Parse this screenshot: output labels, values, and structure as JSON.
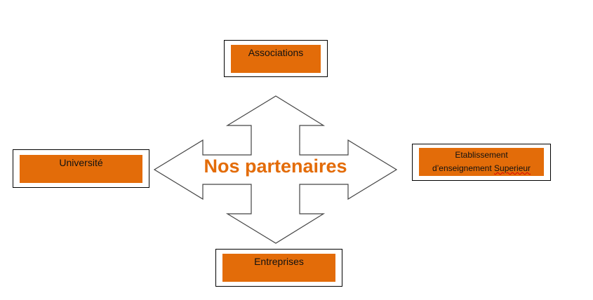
{
  "center_label": "Nos partenaires",
  "partners": {
    "top": "Associations",
    "left": "Université",
    "right_line1": "Etablissement",
    "right_line2a": "d’enseignement",
    "right_line2b": "Superieur",
    "bottom": "Entreprises"
  },
  "colors": {
    "accent": "#E36C09"
  }
}
